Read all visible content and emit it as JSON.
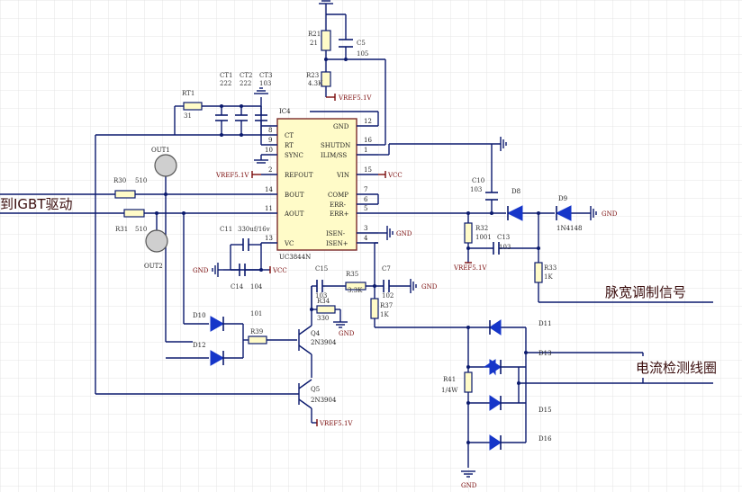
{
  "chip": {
    "ref": "IC4",
    "part": "UC3844N",
    "pins_left": [
      {
        "num": "8",
        "name": "CT"
      },
      {
        "num": "9",
        "name": "RT"
      },
      {
        "num": "10",
        "name": "SYNC"
      },
      {
        "num": "2",
        "name": "REFOUT"
      },
      {
        "num": "14",
        "name": "BOUT"
      },
      {
        "num": "11",
        "name": "AOUT"
      },
      {
        "num": "13",
        "name": "VC"
      }
    ],
    "pins_right": [
      {
        "num": "12",
        "name": "GND"
      },
      {
        "num": "16",
        "name": "SHUTDN"
      },
      {
        "num": "1",
        "name": "ILIM/SS"
      },
      {
        "num": "15",
        "name": "VIN"
      },
      {
        "num": "7",
        "name": "COMP"
      },
      {
        "num": "6",
        "name": "ERR-"
      },
      {
        "num": "5",
        "name": "ERR+"
      },
      {
        "num": "3",
        "name": "ISEN-"
      },
      {
        "num": "4",
        "name": "ISEN+"
      }
    ]
  },
  "components": {
    "r21": {
      "ref": "R21",
      "value": "21"
    },
    "c5": {
      "ref": "C5",
      "value": "105"
    },
    "r23": {
      "ref": "R23",
      "value": "4.3K"
    },
    "ct1": {
      "ref": "CT1",
      "value": "222"
    },
    "ct2": {
      "ref": "CT2",
      "value": "222"
    },
    "ct3": {
      "ref": "CT3",
      "value": "103"
    },
    "rt1": {
      "ref": "RT1",
      "value": "31"
    },
    "c10": {
      "ref": "C10",
      "value": "103"
    },
    "d8": {
      "ref": "D8"
    },
    "d9": {
      "ref": "D9",
      "value": "1N4148"
    },
    "r30": {
      "ref": "R30",
      "value": "510"
    },
    "r31": {
      "ref": "R31",
      "value": "510"
    },
    "r32": {
      "ref": "R32",
      "value": "1001"
    },
    "c13": {
      "ref": "C13",
      "value": "103"
    },
    "r33": {
      "ref": "R33",
      "value": "1K"
    },
    "c11": {
      "ref": "C11",
      "value": "330uf/16v"
    },
    "c14": {
      "ref": "C14",
      "value": "104"
    },
    "c15": {
      "ref": "C15",
      "value": "103"
    },
    "r35": {
      "ref": "R35",
      "value": "3.3K"
    },
    "c7": {
      "ref": "C7",
      "value": "102"
    },
    "r34": {
      "ref": "R34",
      "value": "330"
    },
    "r37": {
      "ref": "R37",
      "value": "1K"
    },
    "r39": {
      "ref": "R39",
      "value": "101"
    },
    "d10": {
      "ref": "D10"
    },
    "d12": {
      "ref": "D12"
    },
    "q4": {
      "ref": "Q4",
      "value": "2N3904"
    },
    "q5": {
      "ref": "Q5",
      "value": "2N3904"
    },
    "out1": {
      "ref": "OUT1"
    },
    "out2": {
      "ref": "OUT2"
    },
    "d11": {
      "ref": "D11"
    },
    "d13": {
      "ref": "D13"
    },
    "d15": {
      "ref": "D15"
    },
    "d16": {
      "ref": "D16"
    },
    "r41": {
      "ref": "R41",
      "value": "1/4W"
    }
  },
  "nets": {
    "vref": "VREF5.1V",
    "vcc": "VCC",
    "gnd": "GND"
  },
  "annotations": {
    "igbt": "到IGBT驱动",
    "pwm": "脉宽调制信号",
    "coil": "电流检测线圈"
  }
}
